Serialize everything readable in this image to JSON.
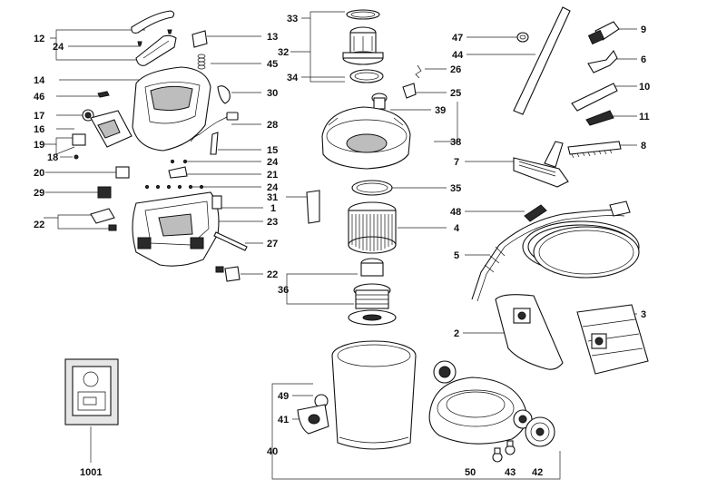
{
  "diagram": {
    "callouts": [
      {
        "id": "c12",
        "text": "12"
      },
      {
        "id": "c24a",
        "text": "24"
      },
      {
        "id": "c14",
        "text": "14"
      },
      {
        "id": "c46",
        "text": "46"
      },
      {
        "id": "c17",
        "text": "17"
      },
      {
        "id": "c16",
        "text": "16"
      },
      {
        "id": "c19",
        "text": "19"
      },
      {
        "id": "c18",
        "text": "18"
      },
      {
        "id": "c20",
        "text": "20"
      },
      {
        "id": "c29",
        "text": "29"
      },
      {
        "id": "c22a",
        "text": "22"
      },
      {
        "id": "c13",
        "text": "13"
      },
      {
        "id": "c45",
        "text": "45"
      },
      {
        "id": "c30",
        "text": "30"
      },
      {
        "id": "c28",
        "text": "28"
      },
      {
        "id": "c15",
        "text": "15"
      },
      {
        "id": "c24b",
        "text": "24"
      },
      {
        "id": "c21",
        "text": "21"
      },
      {
        "id": "c24c",
        "text": "24"
      },
      {
        "id": "c1",
        "text": "1"
      },
      {
        "id": "c23",
        "text": "23"
      },
      {
        "id": "c27",
        "text": "27"
      },
      {
        "id": "c22b",
        "text": "22"
      },
      {
        "id": "c33",
        "text": "33"
      },
      {
        "id": "c32",
        "text": "32"
      },
      {
        "id": "c34",
        "text": "34"
      },
      {
        "id": "c26",
        "text": "26"
      },
      {
        "id": "c25",
        "text": "25"
      },
      {
        "id": "c39",
        "text": "39"
      },
      {
        "id": "c38",
        "text": "38"
      },
      {
        "id": "c31",
        "text": "31"
      },
      {
        "id": "c35",
        "text": "35"
      },
      {
        "id": "c4",
        "text": "4"
      },
      {
        "id": "c36",
        "text": "36"
      },
      {
        "id": "c47",
        "text": "47"
      },
      {
        "id": "c44",
        "text": "44"
      },
      {
        "id": "c9",
        "text": "9"
      },
      {
        "id": "c6",
        "text": "6"
      },
      {
        "id": "c10",
        "text": "10"
      },
      {
        "id": "c11",
        "text": "11"
      },
      {
        "id": "c8",
        "text": "8"
      },
      {
        "id": "c7",
        "text": "7"
      },
      {
        "id": "c48",
        "text": "48"
      },
      {
        "id": "c5",
        "text": "5"
      },
      {
        "id": "c3",
        "text": "3"
      },
      {
        "id": "c2",
        "text": "2"
      },
      {
        "id": "c49",
        "text": "49"
      },
      {
        "id": "c41",
        "text": "41"
      },
      {
        "id": "c40",
        "text": "40"
      },
      {
        "id": "c50",
        "text": "50"
      },
      {
        "id": "c43",
        "text": "43"
      },
      {
        "id": "c42",
        "text": "42"
      },
      {
        "id": "c1001",
        "text": "1001"
      }
    ]
  }
}
